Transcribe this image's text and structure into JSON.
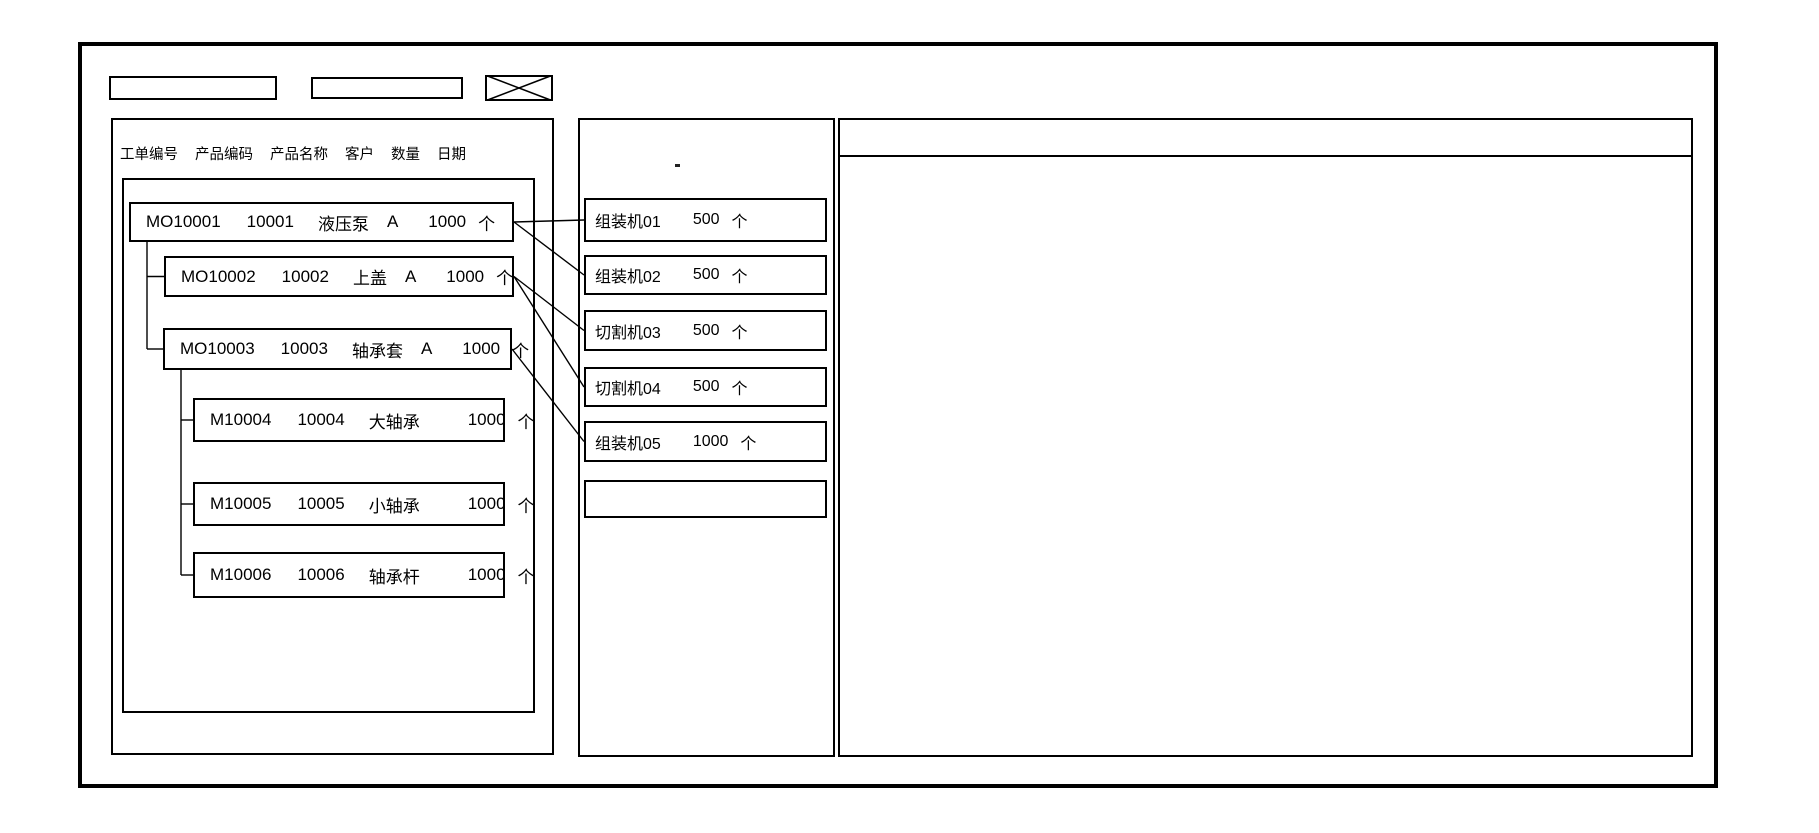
{
  "toolbar": {
    "field1_value": "",
    "field2_value": ""
  },
  "left_panel": {
    "column_headers": [
      "工单编号",
      "产品编码",
      "产品名称",
      "客户",
      "数量",
      "日期"
    ],
    "rows": [
      {
        "order_no": "MO10001",
        "product_code": "10001",
        "product_name": "液压泵",
        "customer": "A",
        "qty": "1000",
        "unit": "个"
      },
      {
        "order_no": "MO10002",
        "product_code": "10002",
        "product_name": "上盖",
        "customer": "A",
        "qty": "1000",
        "unit": "个"
      },
      {
        "order_no": "MO10003",
        "product_code": "10003",
        "product_name": "轴承套",
        "customer": "A",
        "qty": "1000",
        "unit": "个"
      },
      {
        "order_no": "M10004",
        "product_code": "10004",
        "product_name": "大轴承",
        "customer": "",
        "qty": "1000",
        "unit": "个"
      },
      {
        "order_no": "M10005",
        "product_code": "10005",
        "product_name": "小轴承",
        "customer": "",
        "qty": "1000",
        "unit": "个"
      },
      {
        "order_no": "M10006",
        "product_code": "10006",
        "product_name": "轴承杆",
        "customer": "",
        "qty": "1000",
        "unit": "个"
      }
    ]
  },
  "middle_panel": {
    "machines": [
      {
        "name": "组装机01",
        "qty": "500",
        "unit": "个"
      },
      {
        "name": "组装机02",
        "qty": "500",
        "unit": "个"
      },
      {
        "name": "切割机03",
        "qty": "500",
        "unit": "个"
      },
      {
        "name": "切割机04",
        "qty": "500",
        "unit": "个"
      },
      {
        "name": "组装机05",
        "qty": "1000",
        "unit": "个"
      }
    ],
    "empty_slot_value": ""
  },
  "right_panel": {
    "content": ""
  },
  "bom_tree_links": [
    {
      "parent": "MO10001",
      "children": [
        "MO10002",
        "MO10003"
      ]
    },
    {
      "parent": "MO10003",
      "children": [
        "M10004",
        "M10005",
        "M10006"
      ]
    }
  ],
  "machine_assignments": [
    {
      "from": "MO10001",
      "to": "组装机01"
    },
    {
      "from": "MO10001",
      "to": "组装机02"
    },
    {
      "from": "MO10002",
      "to": "切割机03"
    },
    {
      "from": "MO10002",
      "to": "切割机04"
    },
    {
      "from": "MO10003",
      "to": "组装机05"
    }
  ],
  "colors": {
    "line": "#000000",
    "background": "#ffffff"
  }
}
